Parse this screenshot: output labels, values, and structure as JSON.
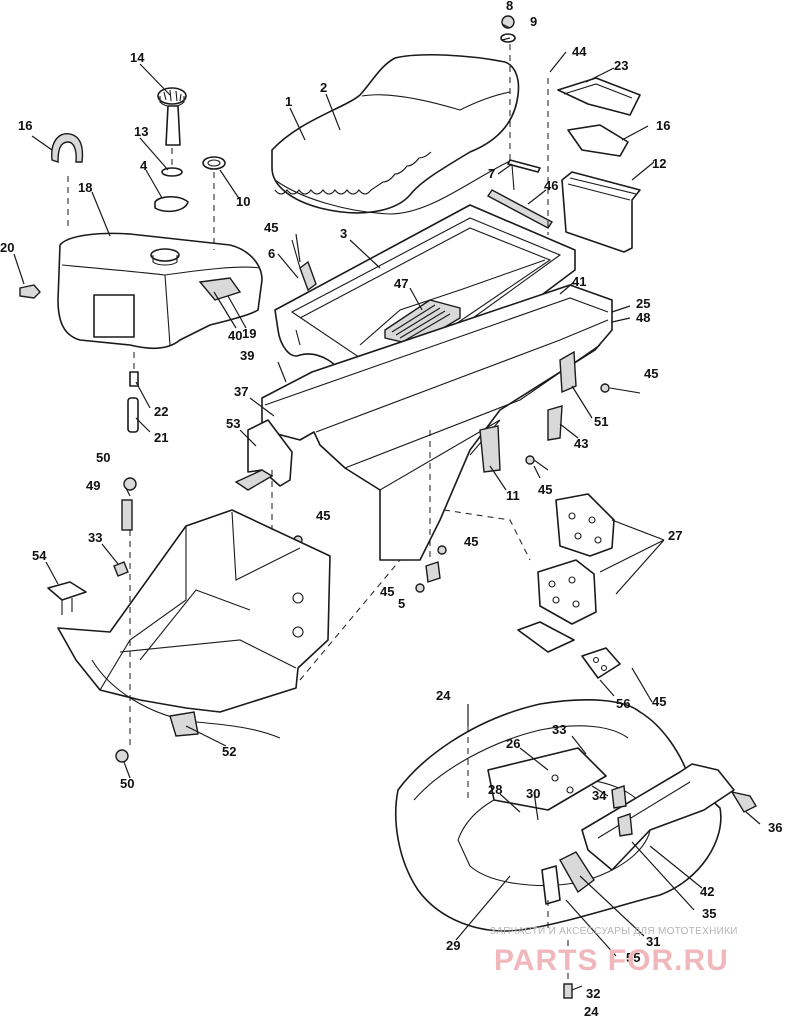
{
  "diagram": {
    "callouts": {
      "c1": "1",
      "c2": "2",
      "c3": "3",
      "c4": "4",
      "c5": "5",
      "c6": "6",
      "c7": "7",
      "c8": "8",
      "c9": "9",
      "c10": "10",
      "c11": "11",
      "c12": "12",
      "c13": "13",
      "c14": "14",
      "c16a": "16",
      "c16b": "16",
      "c18": "18",
      "c19": "19",
      "c20": "20",
      "c21": "21",
      "c22": "22",
      "c23": "23",
      "c24a": "24",
      "c24b": "24",
      "c25": "25",
      "c26": "26",
      "c27": "27",
      "c28": "28",
      "c29": "29",
      "c30": "30",
      "c31": "31",
      "c32": "32",
      "c33a": "33",
      "c33b": "33",
      "c34": "34",
      "c35": "35",
      "c36": "36",
      "c37": "37",
      "c39": "39",
      "c40": "40",
      "c41": "41",
      "c42": "42",
      "c43": "43",
      "c44": "44",
      "c45a": "45",
      "c45b": "45",
      "c45c": "45",
      "c45d": "45",
      "c45e": "45",
      "c45f": "45",
      "c45g": "45",
      "c46": "46",
      "c47": "47",
      "c48": "48",
      "c49": "49",
      "c50a": "50",
      "c50b": "50",
      "c51": "51",
      "c52": "52",
      "c53": "53",
      "c54": "54",
      "c55": "55",
      "c56": "56"
    },
    "watermark": {
      "caption": "ЗАПЧАСТИ И АКСЕССУАРЫ ДЛЯ МОТОТЕХНИКИ",
      "logo": "PARTS FOR.RU"
    }
  }
}
